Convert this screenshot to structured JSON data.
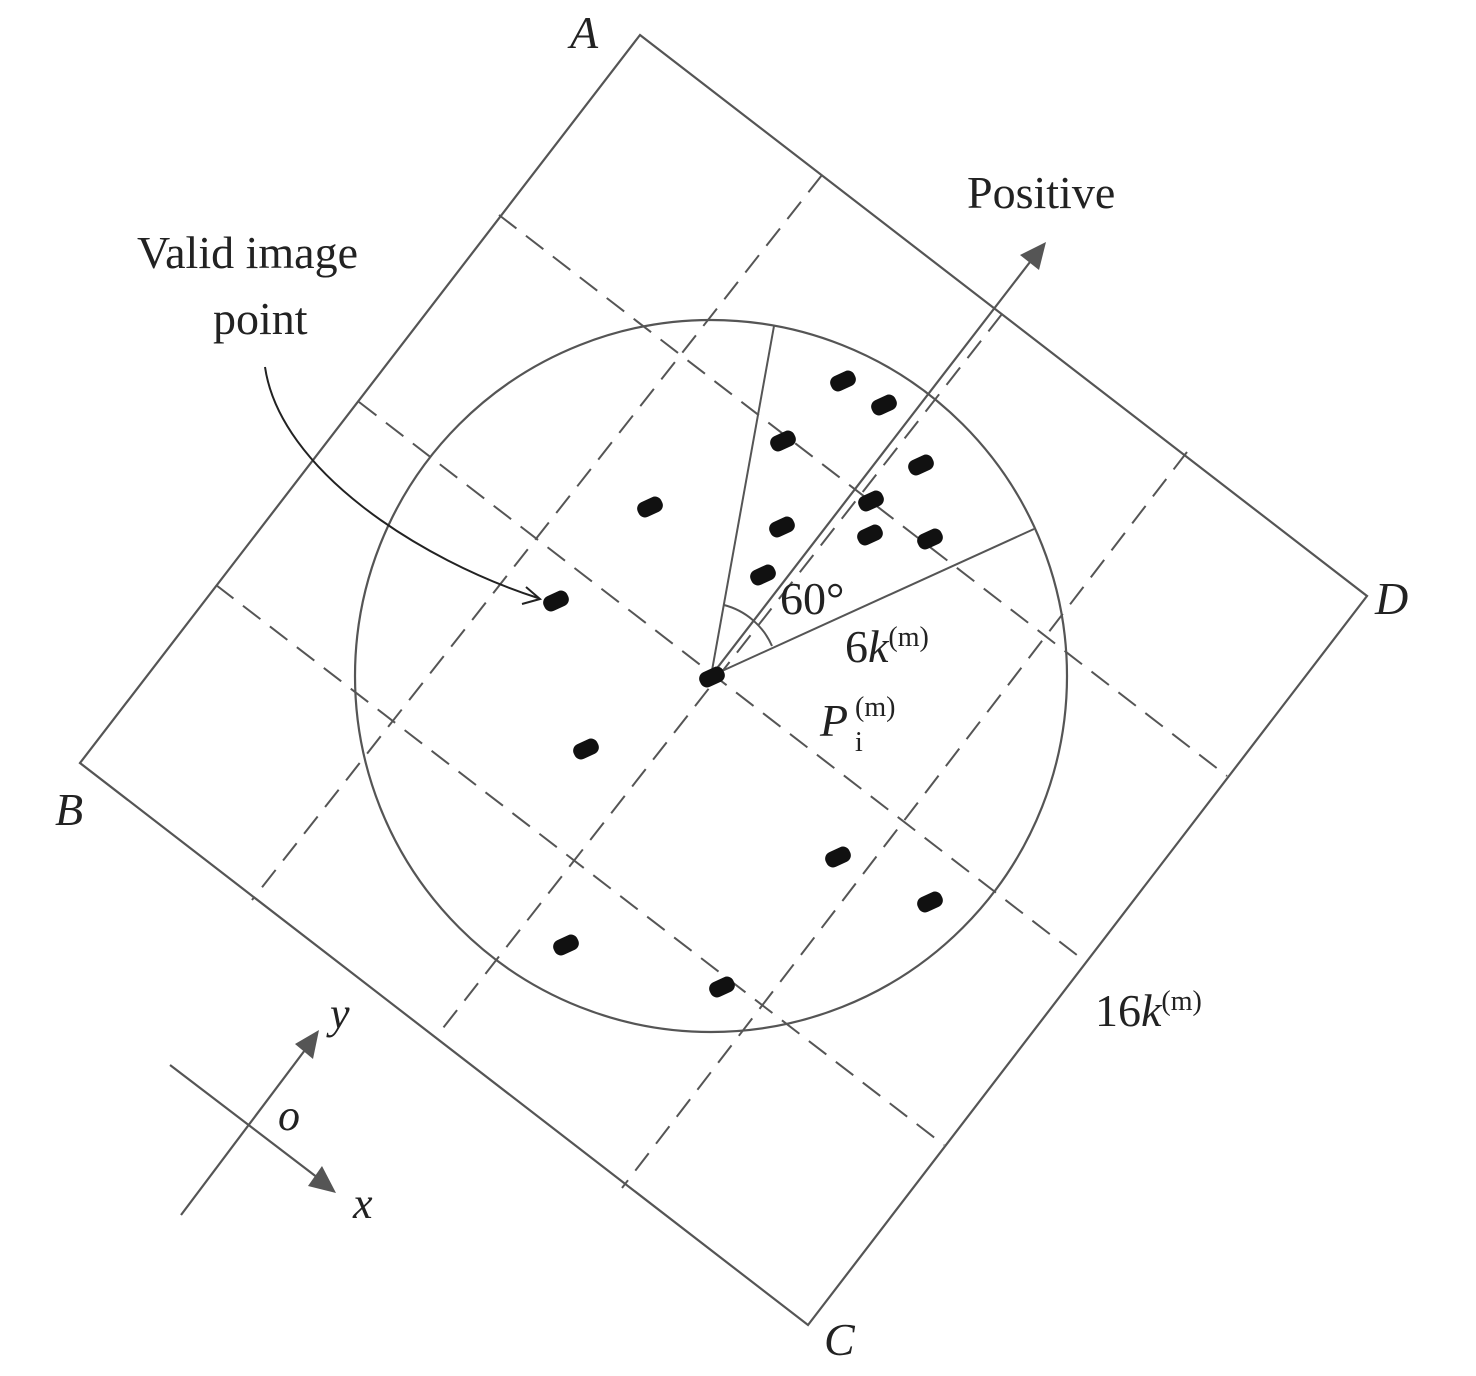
{
  "labels": {
    "corner_a": "A",
    "corner_b": "B",
    "corner_c": "C",
    "corner_d": "D",
    "positive": "Positive",
    "valid_line1": "Valid image",
    "valid_line2": "point",
    "angle": "60°",
    "radius_coef": "6",
    "radius_k": "k",
    "radius_sup": "(m)",
    "point_p": "P",
    "point_sub": "i",
    "point_sup": "(m)",
    "side_coef": "16",
    "side_k": "k",
    "side_sup": "(m)",
    "axis_x": "x",
    "axis_y": "y",
    "axis_o": "o"
  },
  "colors": {
    "line": "#555555",
    "text": "#222222",
    "point": "#111111"
  }
}
